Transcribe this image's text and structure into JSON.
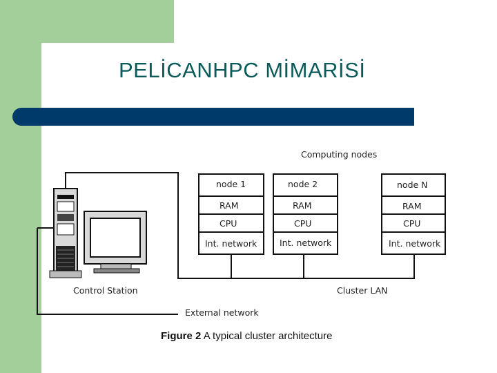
{
  "slide": {
    "title": "PELİCANHPC MİMARİSİ",
    "accent_color": "#003a6a",
    "side_color": "#a3cf9b"
  },
  "diagram": {
    "computing_nodes_label": "Computing nodes",
    "nodes": [
      {
        "name": "node 1",
        "ram": "RAM",
        "cpu": "CPU",
        "net": "Int. network"
      },
      {
        "name": "node 2",
        "ram": "RAM",
        "cpu": "CPU",
        "net": "Int. network"
      },
      {
        "name": "node N",
        "ram": "RAM",
        "cpu": "CPU",
        "net": "Int. network"
      }
    ],
    "control_station_label": "Control Station",
    "cluster_lan_label": "Cluster LAN",
    "external_network_label": "External network",
    "caption_prefix": "Figure 2",
    "caption_text": "A typical cluster architecture"
  }
}
